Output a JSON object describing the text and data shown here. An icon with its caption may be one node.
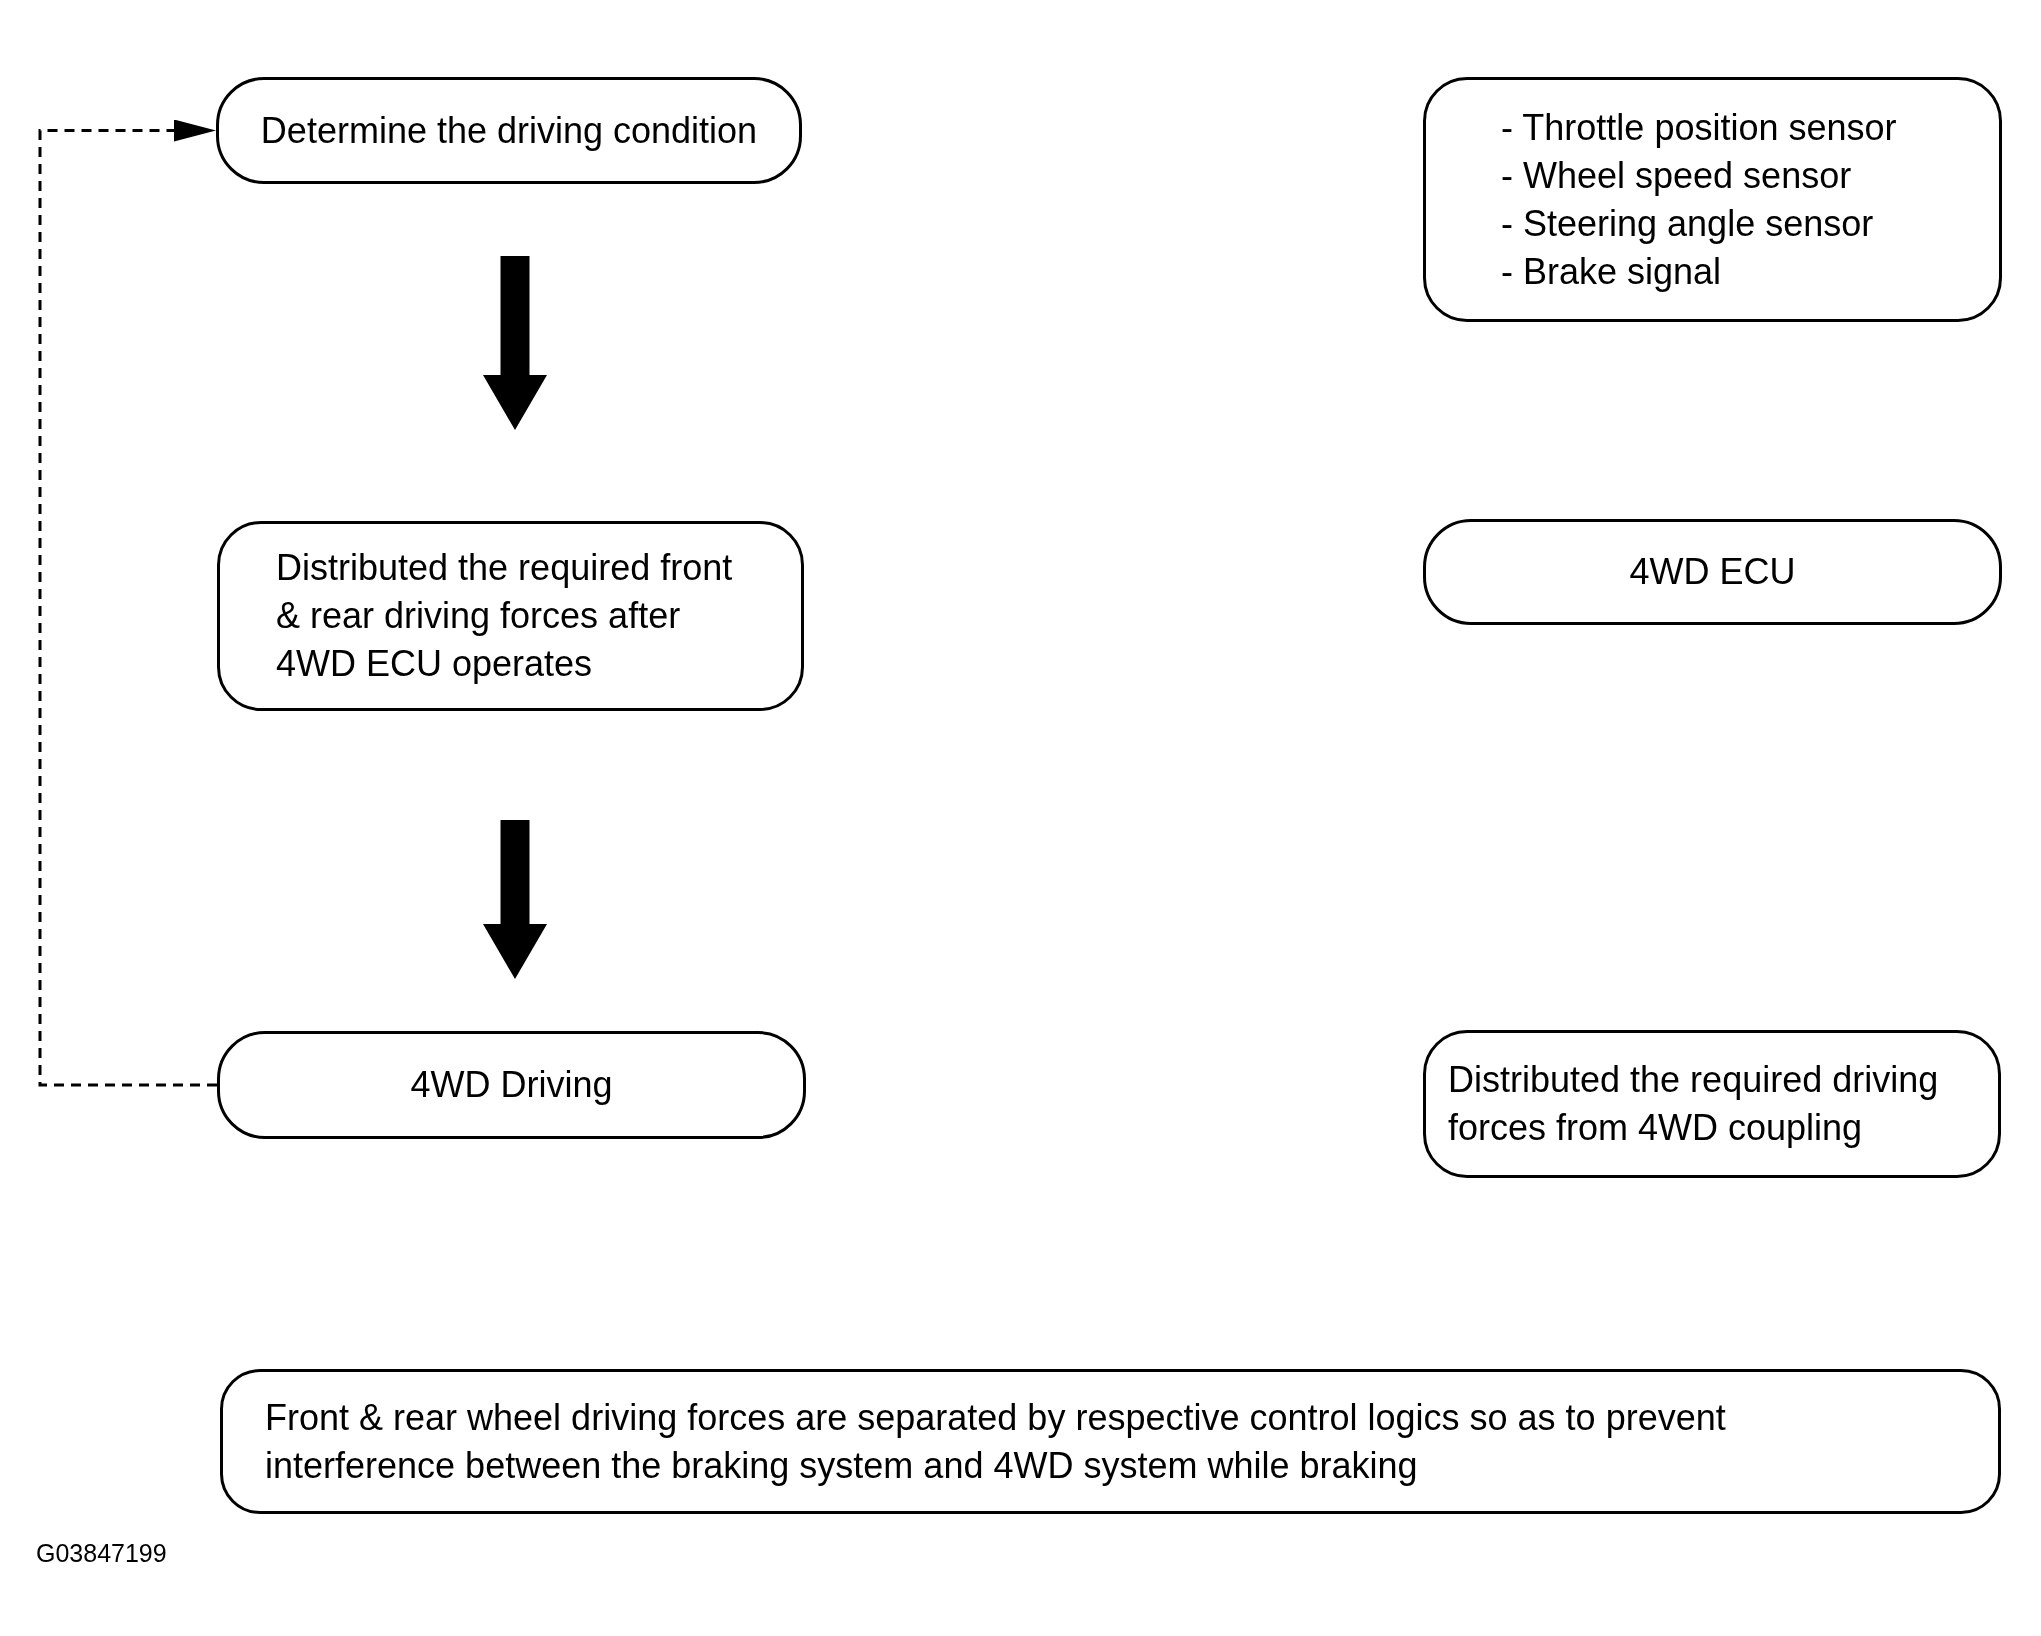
{
  "diagram": {
    "nodes": [
      {
        "text": [
          "Determine the driving condition"
        ]
      },
      {
        "text": [
          "- Throttle position sensor",
          "- Wheel speed sensor",
          "- Steering angle sensor",
          "- Brake signal"
        ]
      },
      {
        "text": [
          "Distributed the required front & rear driving forces after 4WD ECU operates"
        ]
      },
      {
        "text": [
          "4WD ECU"
        ]
      },
      {
        "text": [
          "4WD Driving"
        ]
      },
      {
        "text": [
          "Distributed the required driving forces from 4WD coupling"
        ]
      },
      {
        "text": [
          "Front & rear wheel driving forces are separated by respective control logics so as to prevent interference between the braking system and 4WD system while braking"
        ]
      }
    ],
    "edges": [
      {
        "from": 0,
        "to": 2,
        "arrow": "to",
        "style": "thick"
      },
      {
        "from": 2,
        "to": 4,
        "arrow": "to",
        "style": "thick"
      },
      {
        "from": 4,
        "to": 0,
        "arrow": "to",
        "style": "dashed"
      }
    ],
    "labels": [
      "G03847199"
    ]
  }
}
